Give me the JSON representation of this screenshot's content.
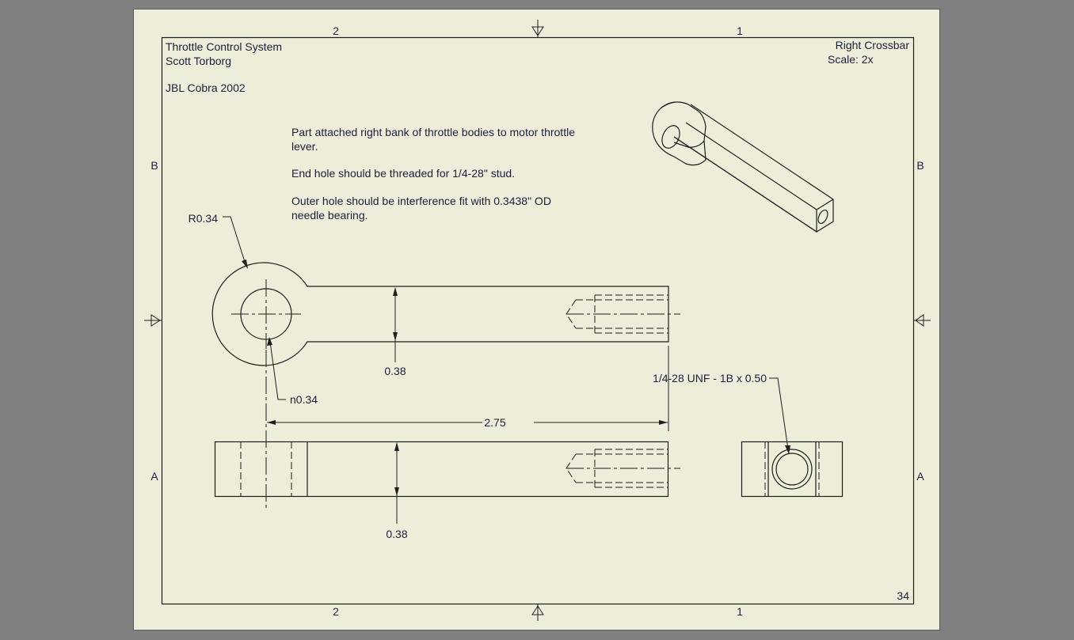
{
  "title_block": {
    "project": "Throttle Control System",
    "author": "Scott Torborg",
    "vehicle": "JBL Cobra 2002",
    "part_name": "Right Crossbar",
    "scale": "Scale: 2x",
    "sheet_number": "34"
  },
  "notes": {
    "line1": "Part attached right bank of throttle bodies to motor throttle",
    "line2": "lever.",
    "line3": "End hole should be threaded for 1/4-28\" stud.",
    "line4": "Outer hole should be interference fit with 0.3438\" OD",
    "line5": "needle bearing."
  },
  "dimensions": {
    "radius": "R0.34",
    "hole_diameter": "n0.34",
    "top_height": "0.38",
    "length": "2.75",
    "side_height": "0.38",
    "thread_callout": "1/4-28 UNF - 1B x 0.50"
  },
  "zones": {
    "col_left": "2",
    "col_right": "1",
    "row_top": "B",
    "row_bottom": "A"
  },
  "colors": {
    "paper": "#ededd9",
    "background": "#808080",
    "ink": "#1e1e1e",
    "text": "#1e1e3c"
  }
}
